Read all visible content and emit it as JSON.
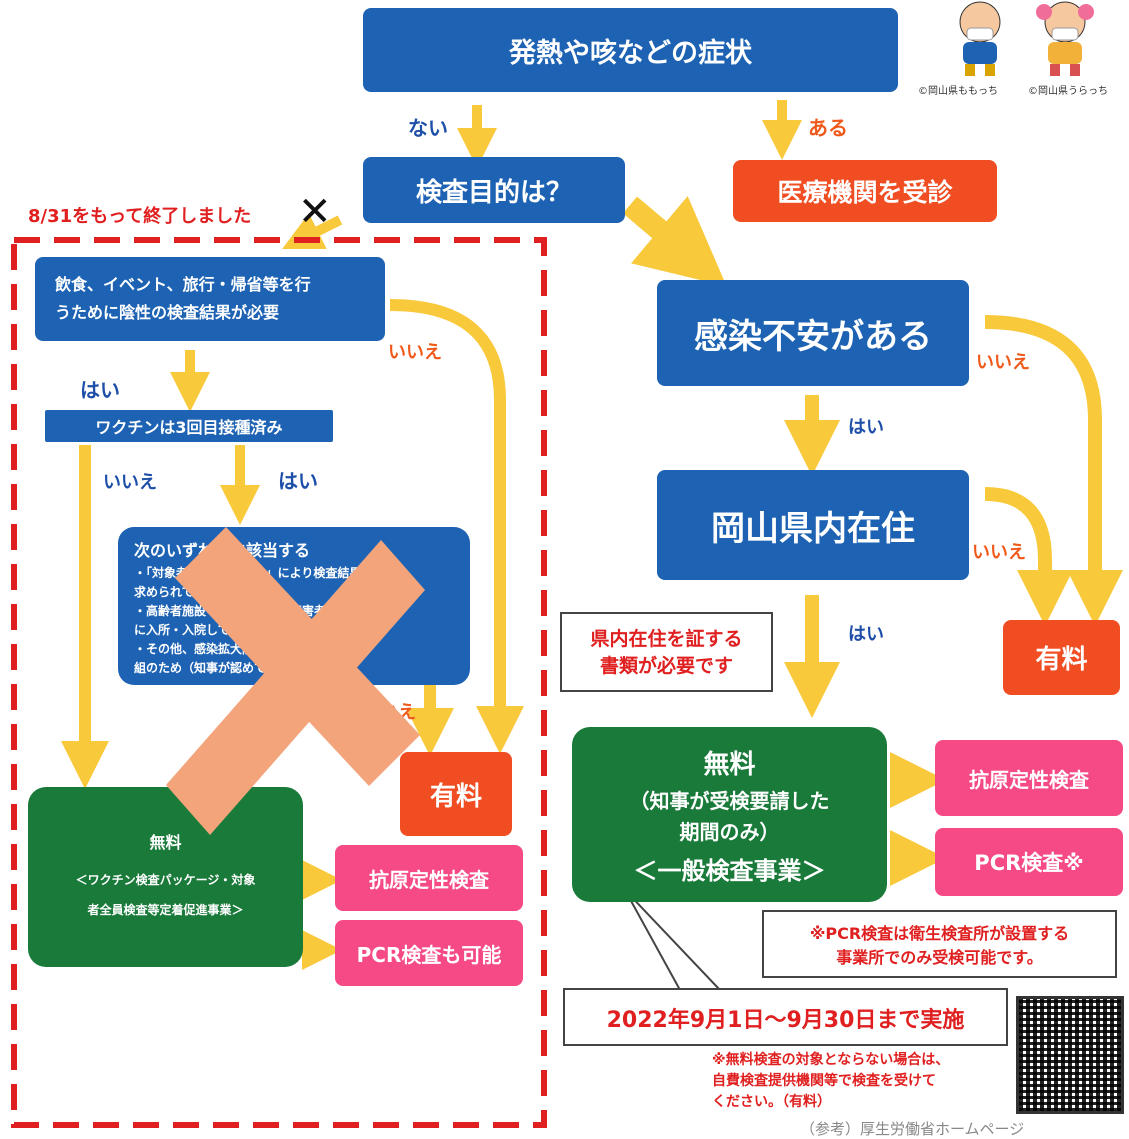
{
  "nodes": {
    "symptom": "発熱や咳などの症状",
    "purpose": "検査目的は？",
    "clinic": "医療機関を受診",
    "anxiety": "感染不安がある",
    "resident": "岡山県内在住",
    "paid_right": "有料",
    "free_title": "無料",
    "free_line1": "（知事が受検要請した",
    "free_line2": "期間のみ）",
    "free_line3": "＜一般検査事業＞",
    "antigen_right": "抗原定性検査",
    "pcr_right": "PCR検査※",
    "need_negative_line1": "飲食、イベント、旅行・帰省等を行",
    "need_negative_line2": "うために陰性の検査結果が必要",
    "vaccine": "ワクチンは3回目接種済み",
    "conditions_title": "次のいずれかに該当する",
    "conditions_1": "・「対象者全員検査（※）」により検査結果を",
    "conditions_2": "求められている",
    "conditions_3": "・高齢者施設（介護施設）や障害者施設等",
    "conditions_4": "に入所・入院している",
    "conditions_5": "・その他、感染拡大防止による取",
    "conditions_6": "組のため（知事が認めている）",
    "paid_left": "有料",
    "free_left_title": "無料",
    "free_left_line1": "＜ワクチン検査パッケージ・対象",
    "free_left_line2": "者全員検査等定着促進事業＞",
    "antigen_left": "抗原定性検査",
    "pcr_left": "PCR検査も可能"
  },
  "labels": {
    "nai": "ない",
    "aru": "ある",
    "iie": "いいえ",
    "hai": "はい",
    "ended": "8/31をもって終了しました"
  },
  "callouts": {
    "resident_doc_1": "県内在住を証する",
    "resident_doc_2": "書類が必要です",
    "pcr_note_1": "※PCR検査は衛生検査所が設置する",
    "pcr_note_2": "事業所でのみ受検可能です。",
    "period": "2022年9月1日～9月30日まで実施"
  },
  "footnote": {
    "line1": "※無料検査の対象とならない場合は、",
    "line2": "自費検査提供機関等で検査を受けて",
    "line3": "ください。（有料）",
    "reference": "（参考）厚生労働省ホームページ"
  },
  "mascots": {
    "left_caption": "©岡山県ももっち",
    "right_caption": "©岡山県うらっち"
  },
  "colors": {
    "blue": "#1e63b3",
    "orange": "#f04e22",
    "pink": "#f54a86",
    "green": "#1a7a3a",
    "arrow": "#f9c93c",
    "dashed": "#e02020",
    "x_mark": "#f4a47a"
  }
}
